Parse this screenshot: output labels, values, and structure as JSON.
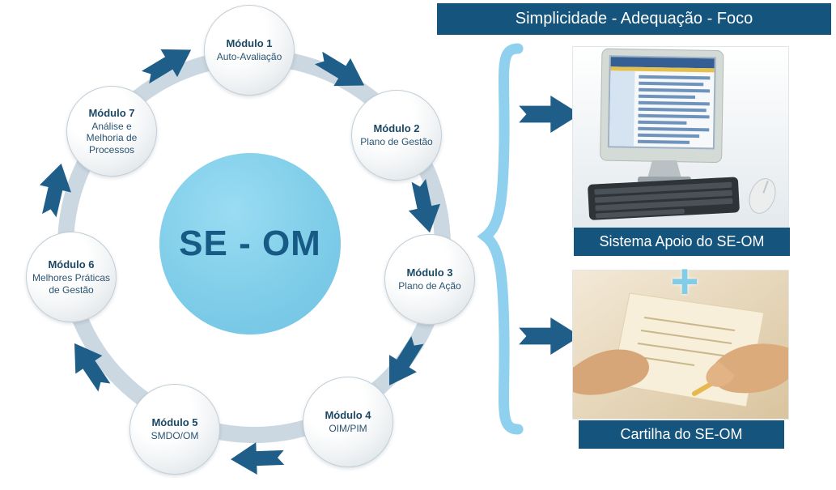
{
  "cycle": {
    "center_label": "SE - OM",
    "modules": [
      {
        "title": "Módulo 1",
        "subtitle": "Auto-Avaliação"
      },
      {
        "title": "Módulo 2",
        "subtitle": "Plano de Gestão"
      },
      {
        "title": "Módulo 3",
        "subtitle": "Plano de Ação"
      },
      {
        "title": "Módulo 4",
        "subtitle": "OIM/PIM"
      },
      {
        "title": "Módulo 5",
        "subtitle": "SMDO/OM"
      },
      {
        "title": "Módulo 6",
        "subtitle": "Melhores Práticas de Gestão"
      },
      {
        "title": "Módulo 7",
        "subtitle": "Análise e Melhoria de Processos"
      }
    ]
  },
  "right_panel": {
    "header": "Simplicidade - Adequação - Foco",
    "system_caption": "Sistema Apoio do SE-OM",
    "booklet_caption": "Cartilha do SE-OM",
    "plus_sign": "+"
  },
  "colors": {
    "dark_blue": "#15547c",
    "arrow_blue": "#1e5e89",
    "light_blue": "#7fcde9",
    "ring": "#ccd8e1"
  }
}
